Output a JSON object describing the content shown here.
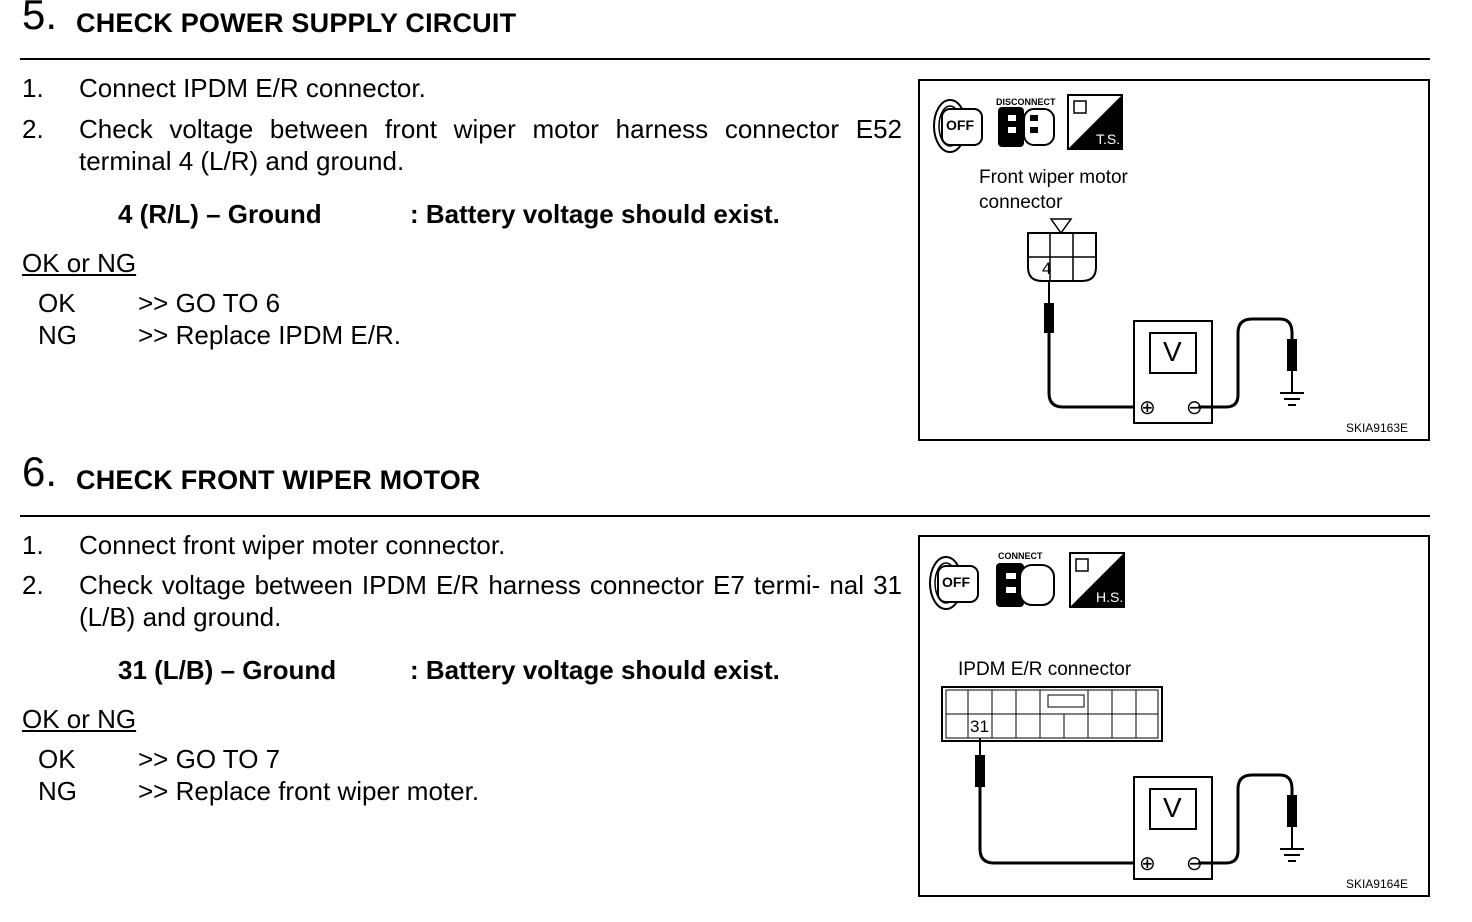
{
  "sections": [
    {
      "number": "5.",
      "title": "CHECK POWER SUPPLY CIRCUIT",
      "steps": [
        {
          "num": "1.",
          "text": "Connect IPDM E/R connector."
        },
        {
          "num": "2.",
          "text": "Check voltage between front wiper motor harness connector E52 terminal 4 (L/R) and ground."
        }
      ],
      "spec_left": "4 (R/L) – Ground",
      "spec_right": ": Battery voltage should exist.",
      "okng_label": "OK or NG",
      "results": [
        {
          "key": "OK",
          "action": ">> GO TO 6"
        },
        {
          "key": "NG",
          "action": ">> Replace IPDM E/R."
        }
      ],
      "figure": {
        "connector_state": "DISCONNECT",
        "key_label": "OFF",
        "tool_label": "T.S.",
        "connector_label_line1": "Front wiper motor",
        "connector_label_line2": "connector",
        "terminal": "4",
        "meter_label": "V",
        "plus_symbol": "⊕",
        "minus_symbol": "⊖",
        "code": "SKIA9163E"
      }
    },
    {
      "number": "6.",
      "title": "CHECK FRONT WIPER MOTOR",
      "steps": [
        {
          "num": "1.",
          "text": "Connect front wiper moter connector."
        },
        {
          "num": "2.",
          "text": "Check voltage between IPDM E/R harness connector E7 termi- nal 31 (L/B) and ground."
        }
      ],
      "spec_left": "31 (L/B) – Ground",
      "spec_right": ": Battery voltage should exist.",
      "okng_label": "OK or NG",
      "results": [
        {
          "key": "OK",
          "action": ">> GO TO 7"
        },
        {
          "key": "NG",
          "action": ">> Replace front wiper moter."
        }
      ],
      "figure": {
        "connector_state": "CONNECT",
        "key_label": "OFF",
        "tool_label": "H.S.",
        "connector_label_line1": "IPDM E/R connector",
        "terminal": "31",
        "meter_label": "V",
        "plus_symbol": "⊕",
        "minus_symbol": "⊖",
        "code": "SKIA9164E"
      }
    }
  ]
}
